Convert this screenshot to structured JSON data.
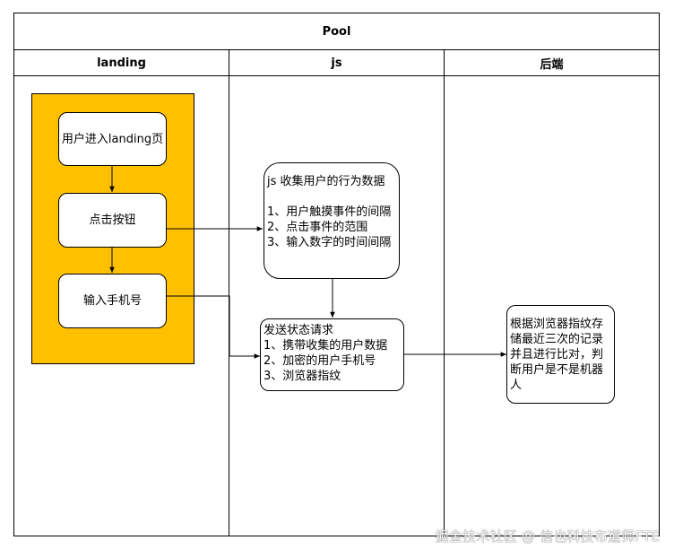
{
  "pool": {
    "title": "Pool"
  },
  "lanes": [
    {
      "id": "landing",
      "label": "landing"
    },
    {
      "id": "js",
      "label": "js"
    },
    {
      "id": "backend",
      "label": "后端"
    }
  ],
  "nodes": {
    "enter_landing": {
      "lines": [
        "用户进入landing页"
      ]
    },
    "click_button": {
      "lines": [
        "点击按钮"
      ]
    },
    "enter_phone": {
      "lines": [
        "输入手机号"
      ]
    },
    "collect_behavior": {
      "lines": [
        "js 收集用户的行为数据",
        "",
        "1、用户触摸事件的间隔",
        "2、点击事件的范围",
        "3、输入数字的时间间隔"
      ]
    },
    "send_request": {
      "lines": [
        "发送状态请求",
        "1、携带收集的用户数据",
        "2、加密的用户手机号",
        "3、浏览器指纹"
      ]
    },
    "backend_compare": {
      "lines": [
        "根据浏览器指纹存储最近三次的记录并且进行比对，判断用户是不是机器人"
      ]
    }
  },
  "edges": [
    {
      "from": "enter_landing",
      "to": "click_button"
    },
    {
      "from": "click_button",
      "to": "enter_phone"
    },
    {
      "from": "click_button",
      "to": "collect_behavior"
    },
    {
      "from": "collect_behavior",
      "to": "send_request"
    },
    {
      "from": "enter_phone",
      "to": "send_request"
    },
    {
      "from": "send_request",
      "to": "backend_compare"
    }
  ],
  "watermark": "掘金技术社区 @ 信也科技布道师FTE"
}
